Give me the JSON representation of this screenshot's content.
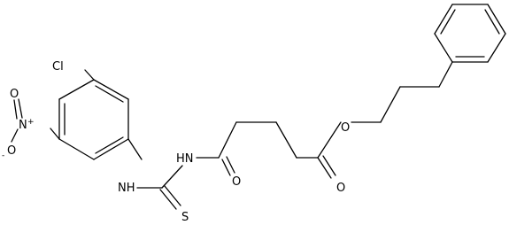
{
  "molecule": {
    "atom_labels": {
      "cl": "Cl",
      "nitro_n": "N",
      "nitro_n_charge": "+",
      "nitro_o_top": "O",
      "nitro_o_left": "O",
      "nitro_o_left_charge": "-",
      "nh_thiourea": "NH",
      "s_thio": "S",
      "nh_imide": "HN",
      "o_amide": "O",
      "o_ester_carbonyl": "O",
      "o_ester": "O"
    },
    "colors": {
      "bonds": "#000000",
      "labels": "#000000",
      "background": "#ffffff"
    }
  }
}
